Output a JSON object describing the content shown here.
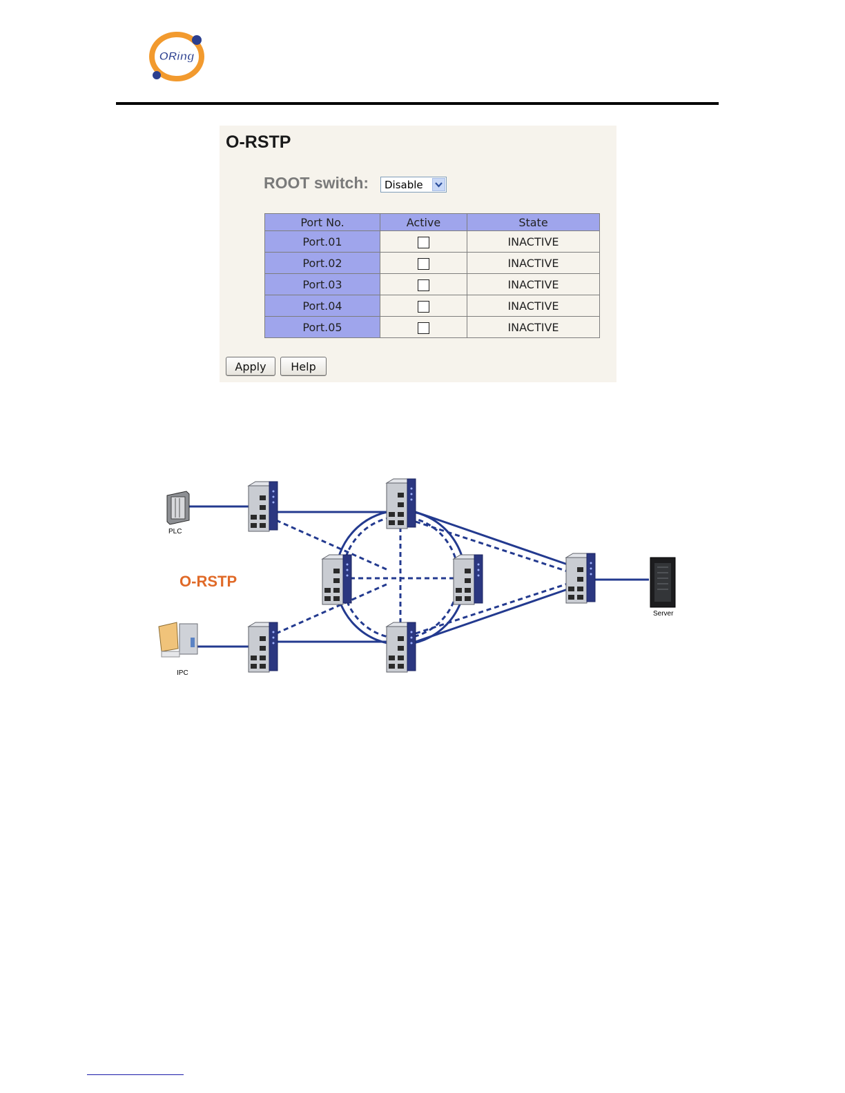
{
  "ui": {
    "title": "O-RSTP",
    "root_switch": {
      "label": "ROOT switch:",
      "value": "Disable"
    },
    "table": {
      "headers": [
        "Port No.",
        "Active",
        "State"
      ],
      "rows": [
        {
          "port": "Port.01",
          "active": false,
          "state": "INACTIVE"
        },
        {
          "port": "Port.02",
          "active": false,
          "state": "INACTIVE"
        },
        {
          "port": "Port.03",
          "active": false,
          "state": "INACTIVE"
        },
        {
          "port": "Port.04",
          "active": false,
          "state": "INACTIVE"
        },
        {
          "port": "Port.05",
          "active": false,
          "state": "INACTIVE"
        }
      ]
    },
    "buttons": {
      "apply": "Apply",
      "help": "Help"
    }
  },
  "diagram": {
    "label": "O-RSTP",
    "devices": {
      "plc": "PLC",
      "ipc": "IPC",
      "server": "Server"
    }
  },
  "colors": {
    "table_header": "#9fa5ec",
    "panel_bg": "#f6f3ec",
    "link_line": "#233a8f",
    "diagram_label": "#e06a28",
    "logo_orange": "#f29a2e",
    "logo_navy": "#2b3f8f"
  },
  "icons": [
    "oring-logo-icon",
    "dropdown-arrow-icon",
    "switch-icon",
    "plc-icon",
    "ipc-icon",
    "server-icon"
  ]
}
